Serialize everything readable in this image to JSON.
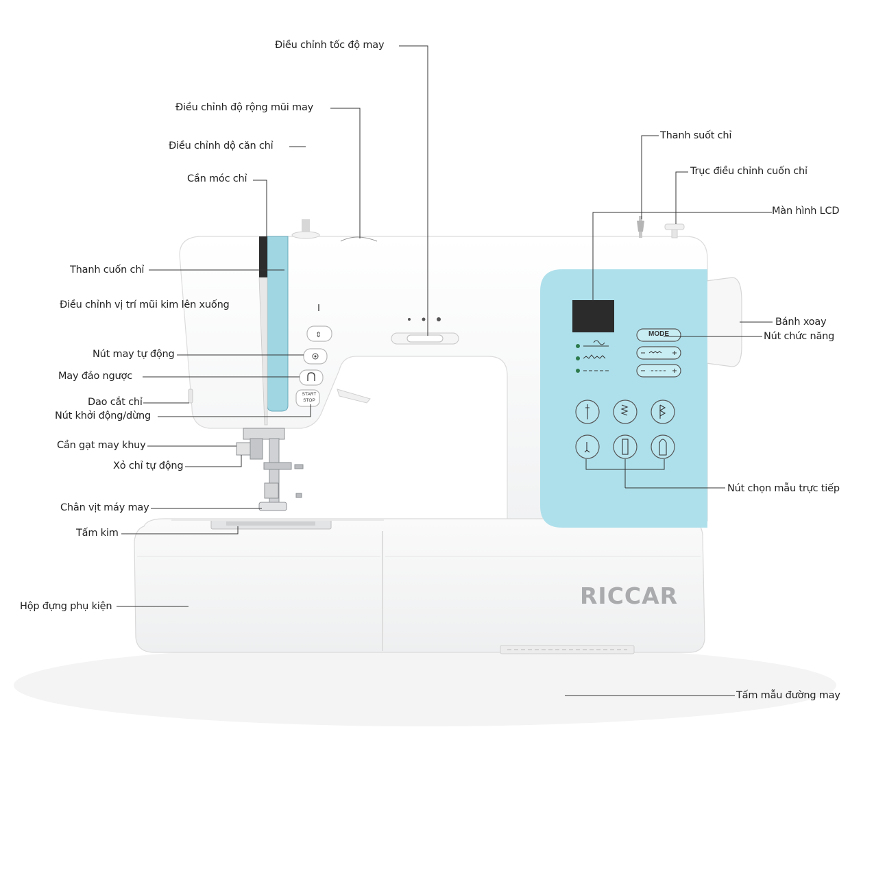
{
  "brand": "RICCAR",
  "panel": {
    "mode_button": "MODE",
    "start": "START",
    "stop": "STOP"
  },
  "labels": {
    "speed": "Điều chỉnh tốc độ may",
    "stitch_width": "Điều chỉnh độ rộng mũi may",
    "thread_tension": "Điều chỉnh dộ căn chỉ",
    "thread_take_up": "Cần móc chỉ",
    "thread_guide": "Thanh cuốn chỉ",
    "needle_position": "Điều chỉnh vị trí mũi kim lên xuống",
    "auto_stitch": "Nút may tự động",
    "reverse": "May đảo ngược",
    "thread_cutter": "Dao cắt chỉ",
    "start_stop": "Nút khởi động/dừng",
    "buttonhole_lever": "Cần gạt may khuy",
    "auto_threader": "Xỏ chỉ tự động",
    "presser_foot": "Chân vịt máy may",
    "needle_plate": "Tấm kim",
    "accessory_box": "Hộp đựng phụ kiện",
    "spool_pin": "Thanh suốt chỉ",
    "bobbin_winder": "Trục điều chỉnh cuốn chỉ",
    "lcd": "Màn hình LCD",
    "handwheel": "Bánh xoay",
    "function_button": "Nút chức năng",
    "direct_pattern": "Nút chọn mẫu trực tiếp",
    "stitch_chart": "Tấm mẫu đường may"
  },
  "colors": {
    "body": "#ffffff",
    "panel": "#aee0eb",
    "stripe": "#9fd6e2",
    "lcd": "#2b2b2b",
    "text": "#222222",
    "brand": "#a9abad"
  }
}
